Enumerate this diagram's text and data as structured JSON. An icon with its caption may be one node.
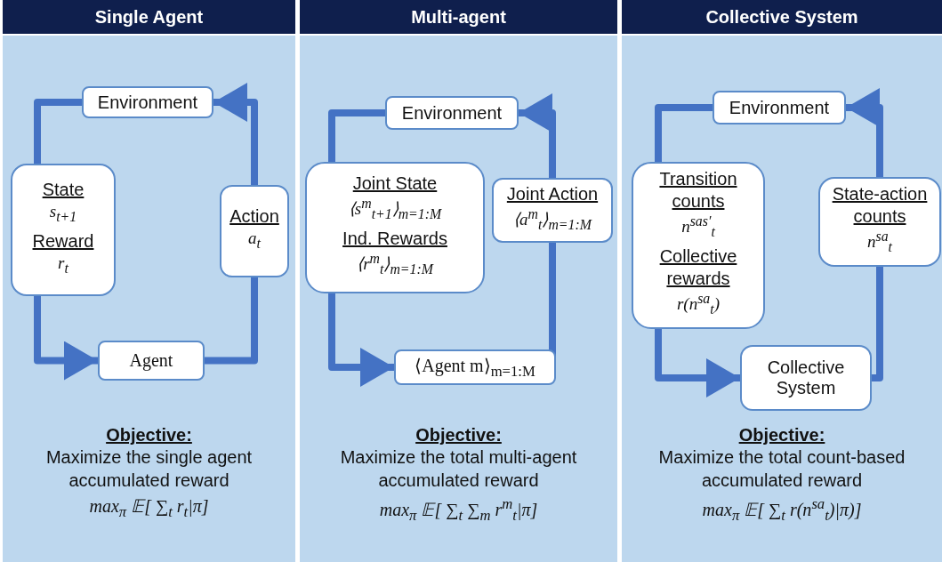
{
  "diagram": {
    "nodes": [
      {
        "text": [
          "Single Agent",
          "Objective:",
          "Maximize the single agent accumulated reward",
          "max$_{π}$ 𝔼[ ∑$_{t}$ r$_{t}$|π]"
        ]
      },
      {
        "text": [
          "Environment"
        ],
        "in": 0
      },
      {
        "text": [
          "State",
          "s$_{t+1}$",
          "Reward",
          "r$_{t}$"
        ],
        "in": 0
      },
      {
        "text": [
          "Action",
          "a$_{t}$"
        ],
        "in": 0
      },
      {
        "text": [
          "Agent"
        ],
        "in": 0
      },
      {
        "text": [
          "Multi-agent",
          "Objective:",
          "Maximize the total multi-agent accumulated reward",
          "max$_{π}$ 𝔼[ ∑$_{t}$ ∑$_{m}$ r$^{m}$$_{t}$|π]"
        ]
      },
      {
        "text": [
          "Environment"
        ],
        "in": 5
      },
      {
        "text": [
          "Joint State",
          "⟨s$^{m}$$_{t+1}$⟩$_{m=1:M}$",
          "Ind. Rewards",
          "⟨r$^{m}$$_{t}$⟩$_{m=1:M}$"
        ],
        "in": 5
      },
      {
        "text": [
          "Joint Action",
          "⟨a$^{m}$$_{t}$⟩$_{m=1:M}$"
        ],
        "in": 5
      },
      {
        "text": [
          "⟨Agent m⟩$_{m=1:M}$"
        ],
        "in": 5
      },
      {
        "text": [
          "Collective System",
          "Objective:",
          "Maximize the total count-based accumulated reward",
          "max$_{π}$ 𝔼[ ∑$_{t}$ r(n$^{sa}$$_{t}$)|π)]"
        ]
      },
      {
        "text": [
          "Environment"
        ],
        "in": 10
      },
      {
        "text": [
          "Transition counts",
          "n$^{sas′}$$_{t}$",
          "Collective rewards",
          "r(n$^{sa}$$_{t}$)"
        ],
        "in": 10
      },
      {
        "text": [
          "State-action counts",
          "n$^{sa}$$_{t}$"
        ],
        "in": 10
      },
      {
        "text": [
          "Collective System"
        ],
        "in": 10
      }
    ],
    "edges": [
      {
        "from": 1,
        "to": 2,
        "arrow": "none"
      },
      {
        "from": 2,
        "to": 4,
        "arrow": "to"
      },
      {
        "from": 4,
        "to": 3,
        "arrow": "none"
      },
      {
        "from": 3,
        "to": 1,
        "arrow": "to"
      },
      {
        "from": 6,
        "to": 7,
        "arrow": "none"
      },
      {
        "from": 7,
        "to": 9,
        "arrow": "to"
      },
      {
        "from": 9,
        "to": 8,
        "arrow": "none"
      },
      {
        "from": 8,
        "to": 6,
        "arrow": "to"
      },
      {
        "from": 11,
        "to": 12,
        "arrow": "none"
      },
      {
        "from": 12,
        "to": 14,
        "arrow": "to"
      },
      {
        "from": 14,
        "to": 13,
        "arrow": "none"
      },
      {
        "from": 13,
        "to": 11,
        "arrow": "to"
      }
    ]
  }
}
